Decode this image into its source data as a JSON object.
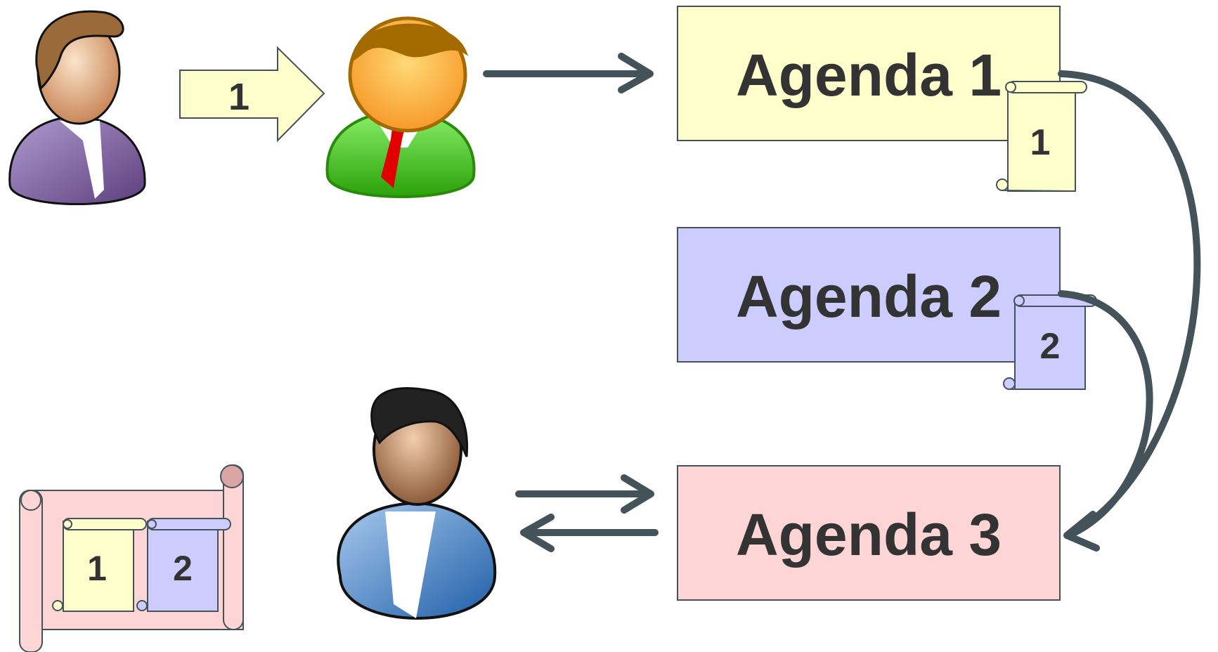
{
  "diagram": {
    "step_arrow": {
      "label": "1",
      "color": "#ffffcc"
    },
    "agendas": [
      {
        "id": "agenda-1",
        "label": "Agenda 1",
        "color": "#ffffcc",
        "scroll_label": "1"
      },
      {
        "id": "agenda-2",
        "label": "Agenda 2",
        "color": "#ccccff",
        "scroll_label": "2"
      },
      {
        "id": "agenda-3",
        "label": "Agenda 3",
        "color": "#fcd5d4"
      }
    ],
    "combined_scroll": {
      "color": "#fcd5d4",
      "items": [
        "1",
        "2"
      ]
    },
    "connector_color": "#44525a",
    "people": [
      {
        "name": "woman-user-icon",
        "colors": [
          "#7e5fa0",
          "#f0c8a0",
          "#9a6a3a"
        ]
      },
      {
        "name": "manager-user-icon",
        "colors": [
          "#3fc414",
          "#fbb63c",
          "#a36a00",
          "#e00000"
        ]
      },
      {
        "name": "man-user-icon",
        "colors": [
          "#2e6fb5",
          "#c8956b",
          "#222222"
        ]
      }
    ]
  }
}
